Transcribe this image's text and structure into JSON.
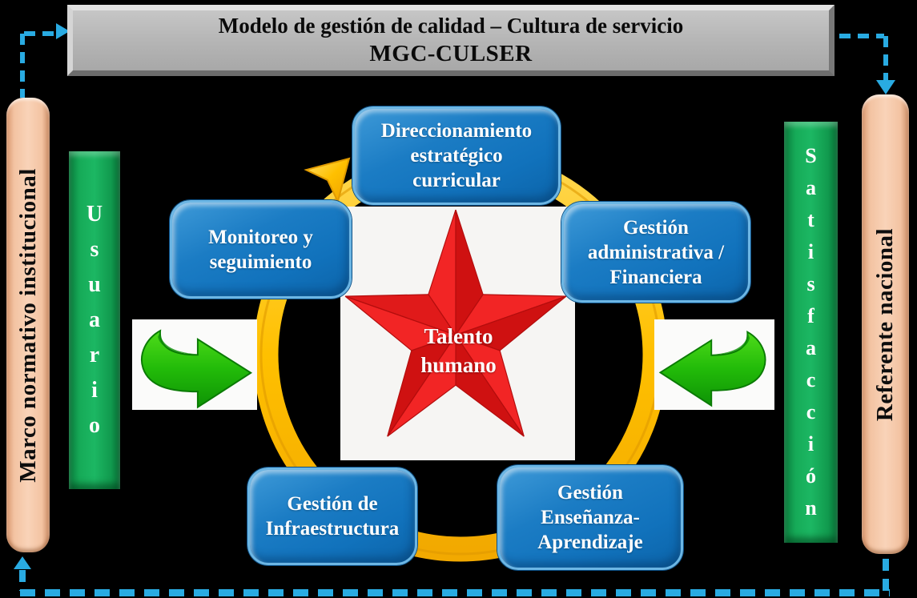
{
  "diagram": {
    "title": {
      "line1": "Modelo de gestión de calidad – Cultura de servicio",
      "line2": "MGC-CULSER"
    },
    "left_rails": {
      "marco_normativo": "Marco normativo institucional",
      "usuario": "Usuario"
    },
    "right_rails": {
      "satisfaccion": "Satisfacción",
      "referente": "Referente nacional"
    },
    "center": {
      "talento": "Talento\nhumano"
    },
    "process_boxes": [
      {
        "label": "Direccionamiento\nestratégico\ncurricular"
      },
      {
        "label": "Gestión\nadministrativa /\nFinanciera"
      },
      {
        "label": "Monitoreo y\nseguimiento"
      },
      {
        "label": "Gestión de\nInfraestructura"
      },
      {
        "label": "Gestión\nEnseñanza-\nAprendizaje"
      }
    ],
    "icons": {
      "flow_ring": "circular-clockwise-gold-arrow",
      "exchange_left": "green-swoosh-arrow-pointing-right",
      "exchange_right": "green-swoosh-arrow-pointing-left",
      "connectors": "dashed-cyan-arrows",
      "center_star": "red-five-point-star"
    },
    "colors": {
      "background": "#000000",
      "banner_gray": "#B4B4B4",
      "box_blue": "#1478C4",
      "rail_salmon": "#F5C9A9",
      "rail_green": "#16AB58",
      "ring_gold": "#FFC000",
      "star_red": "#E01A1A",
      "dash_cyan": "#29ABE2"
    }
  }
}
